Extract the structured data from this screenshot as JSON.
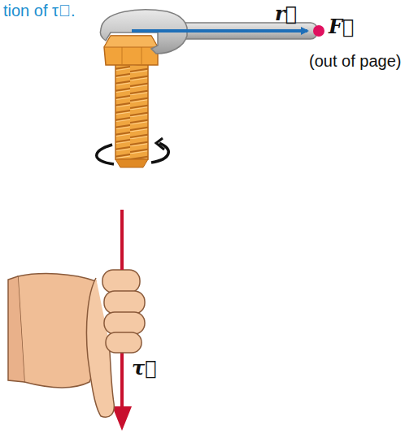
{
  "diagram": {
    "caption": "tion of τ⃗.",
    "labels": [
      "r⃗",
      "F⃗",
      "(out of page)",
      "τ⃗"
    ]
  }
}
